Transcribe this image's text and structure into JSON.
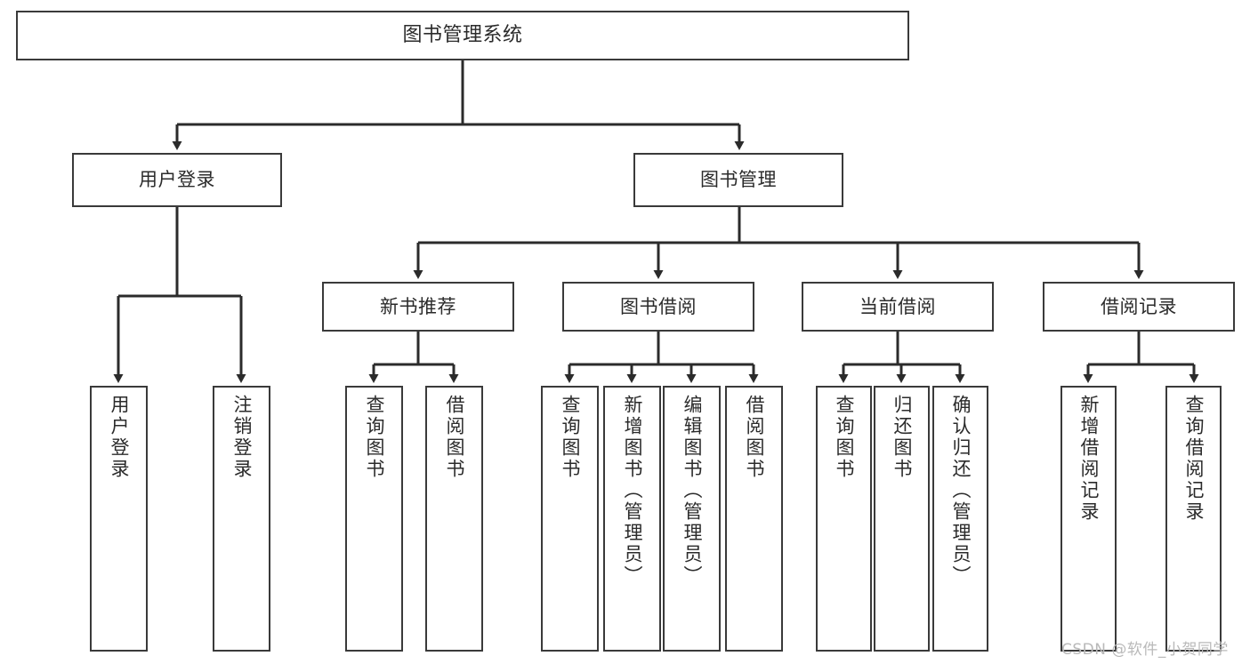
{
  "diagram": {
    "title": "图书管理系统",
    "type": "tree",
    "background": "#ffffff",
    "box_border_color": "#3a3a3a",
    "text_color": "#2b2b2b",
    "line_color": "#2b2b2b"
  },
  "nodes": {
    "root": {
      "label": "图书管理系统",
      "level": 1
    },
    "l2": [
      {
        "id": "user-login",
        "label": "用户登录",
        "level": 2
      },
      {
        "id": "book-manage",
        "label": "图书管理",
        "level": 2
      }
    ],
    "l3": [
      {
        "id": "new-book-recommend",
        "label": "新书推荐",
        "level": 3
      },
      {
        "id": "book-borrow",
        "label": "图书借阅",
        "level": 3
      },
      {
        "id": "current-borrow",
        "label": "当前借阅",
        "level": 3
      },
      {
        "id": "borrow-record",
        "label": "借阅记录",
        "level": 3
      }
    ],
    "leaves": {
      "user-login": [
        {
          "id": "leaf-user-login",
          "label": "用户登录"
        },
        {
          "id": "leaf-user-logout",
          "label": "注销登录"
        }
      ],
      "new-book-recommend": [
        {
          "id": "leaf-query-book-1",
          "label": "查询图书"
        },
        {
          "id": "leaf-borrow-book-1",
          "label": "借阅图书"
        }
      ],
      "book-borrow": [
        {
          "id": "leaf-query-book-2",
          "label": "查询图书"
        },
        {
          "id": "leaf-add-book",
          "label": "新增图书（管理员）"
        },
        {
          "id": "leaf-edit-book",
          "label": "编辑图书（管理员）"
        },
        {
          "id": "leaf-borrow-book-2",
          "label": "借阅图书"
        }
      ],
      "current-borrow": [
        {
          "id": "leaf-query-book-3",
          "label": "查询图书"
        },
        {
          "id": "leaf-return-book",
          "label": "归还图书"
        },
        {
          "id": "leaf-confirm-return",
          "label": "确认归还（管理员）"
        }
      ],
      "borrow-record": [
        {
          "id": "leaf-add-record",
          "label": "新增借阅记录"
        },
        {
          "id": "leaf-query-record",
          "label": "查询借阅记录"
        }
      ]
    }
  },
  "watermark": {
    "text": "CSDN @软件_小贺同学"
  }
}
